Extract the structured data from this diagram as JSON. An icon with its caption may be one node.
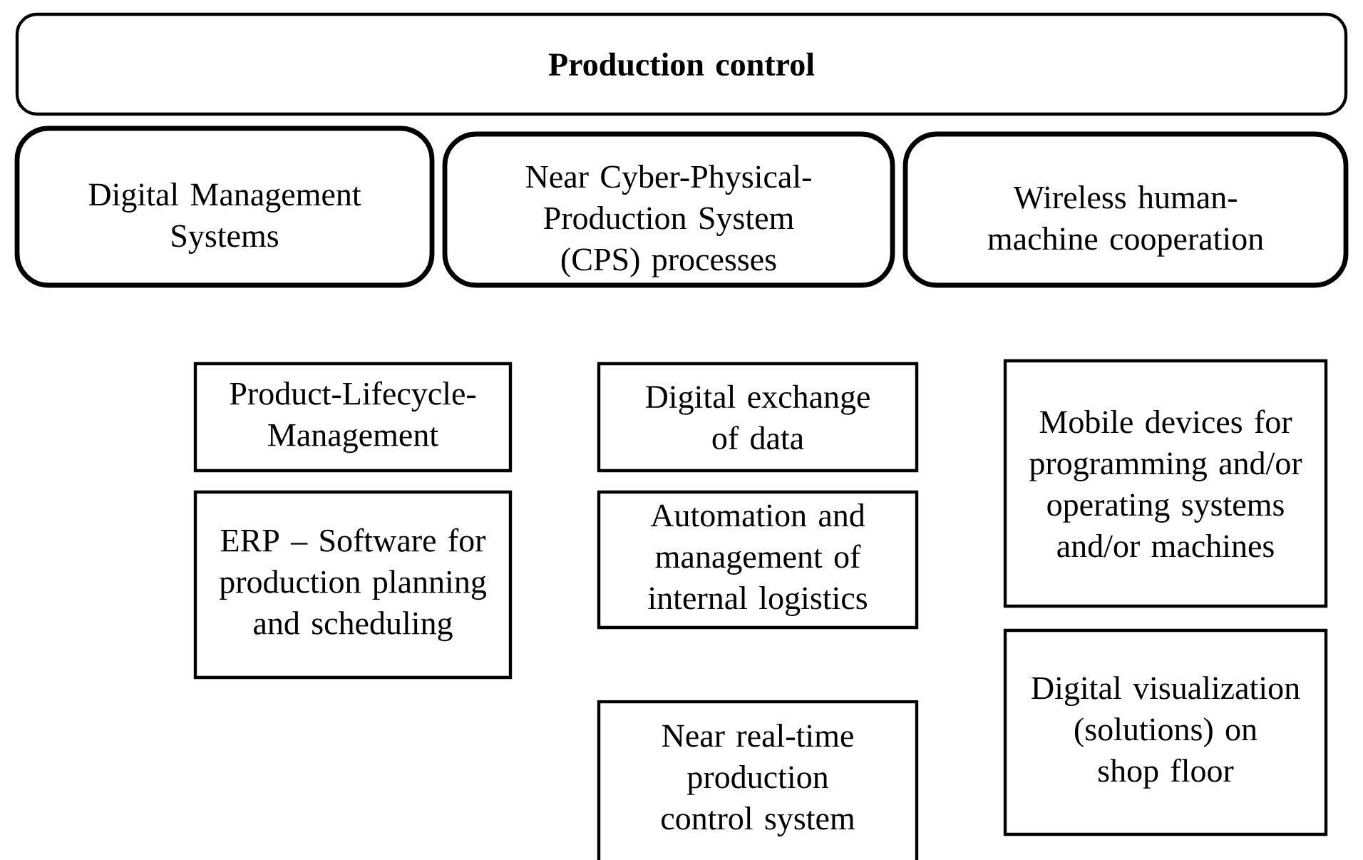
{
  "diagram": {
    "nodes": [
      {
        "text": [
          "Production control"
        ]
      },
      {
        "text": [
          "Digital Management Systems"
        ]
      },
      {
        "text": [
          "Near Cyber-Physical-Production System (CPS) processes"
        ]
      },
      {
        "text": [
          "Wireless human-machine cooperation"
        ]
      },
      {
        "text": [
          "Product-Lifecycle-Management"
        ]
      },
      {
        "text": [
          "ERP – Software for production planning and scheduling"
        ]
      },
      {
        "text": [
          "Digital exchange of data"
        ]
      },
      {
        "text": [
          "Automation and management of internal logistics"
        ]
      },
      {
        "text": [
          "Near real-time production control system"
        ]
      },
      {
        "text": [
          "Mobile devices for programming and/or operating systems and/or machines"
        ]
      },
      {
        "text": [
          "Digital visualization (solutions) on shop floor"
        ]
      }
    ],
    "edges": []
  }
}
